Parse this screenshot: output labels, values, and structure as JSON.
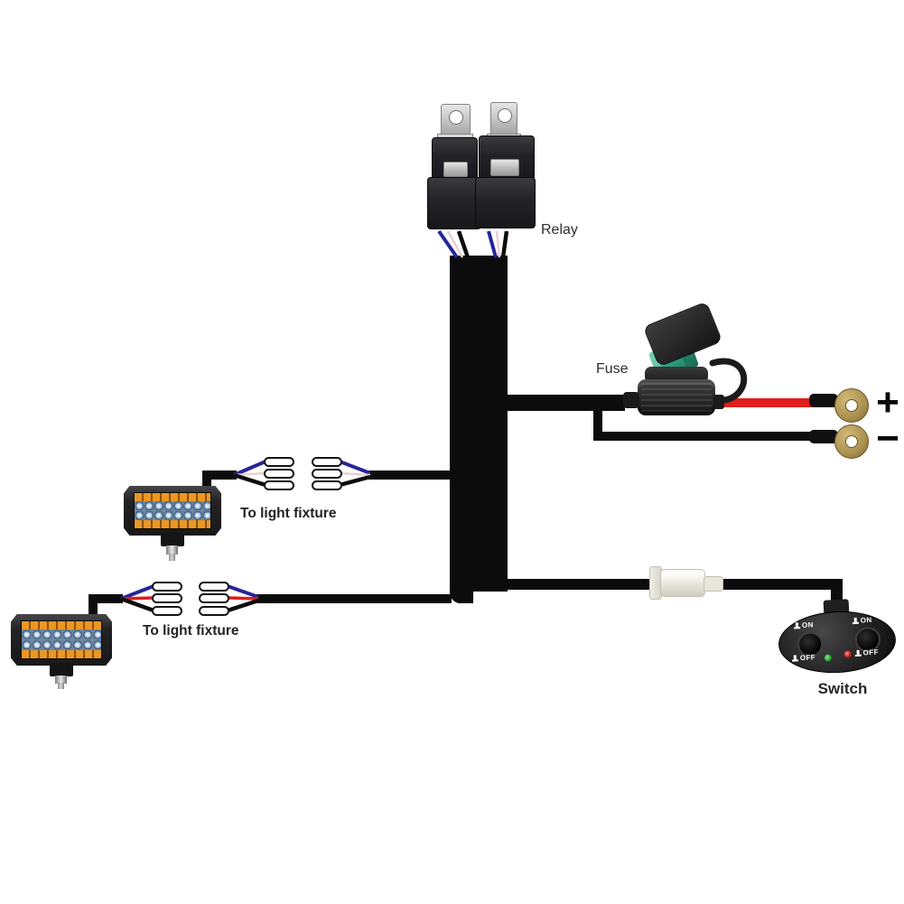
{
  "labels": {
    "relay": "Relay",
    "fuse": "Fuse",
    "to_light_fixture_upper": "To light fixture",
    "to_light_fixture_lower": "To light fixture",
    "switch": "Switch",
    "positive": "+",
    "negative": "−"
  },
  "switch_panel": {
    "label": "Switch",
    "buttons": [
      {
        "on_label": "ON",
        "off_label": "OFF",
        "indicator": "green"
      },
      {
        "on_label": "ON",
        "off_label": "OFF",
        "indicator": "red"
      }
    ]
  },
  "components": {
    "relay_count": 2,
    "light_bar_count": 2,
    "connector_pins_per_branch": 3,
    "light_bar_led_columns": 8,
    "light_bar_led_rows": 2
  },
  "colors": {
    "background": "#ffffff",
    "harness_black": "#0c0c0c",
    "wire_blue": "#26269a",
    "wire_red": "#e01e1e",
    "wire_pale_pink": "#eccfcf",
    "fuse_green": "#2ea583",
    "ring_terminal_brass": "#b49a58",
    "indicator_green": "#3fc142",
    "indicator_red": "#d92525",
    "light_bar_amber": "#e8921f",
    "label_text": "#2f2f2f"
  }
}
